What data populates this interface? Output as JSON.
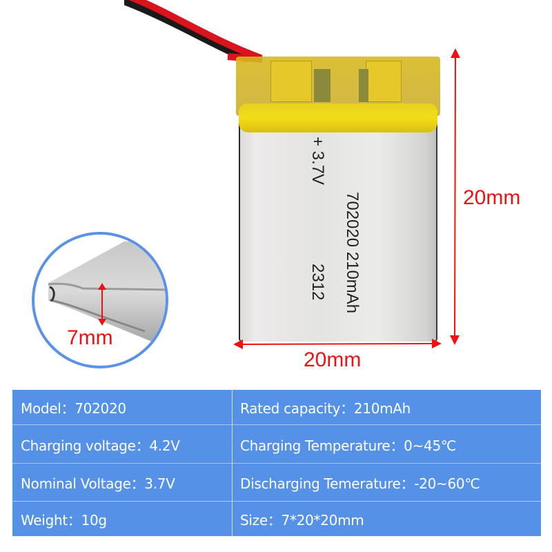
{
  "product_image": {
    "cell_markings": {
      "polarity": "+ 3.7V",
      "model_capacity": "702020 210mAh",
      "date_code": "2312"
    },
    "wires": [
      "red",
      "black"
    ]
  },
  "dimensions": {
    "height_label": "20mm",
    "width_label": "20mm",
    "thickness_label": "7mm"
  },
  "colors": {
    "annotation_red": "#ee1111",
    "table_blue": "#5591e6",
    "inset_border": "#5a93e6",
    "cell_yellow": "#f2dd18",
    "cell_silver": "#e4e4e2"
  },
  "specs": {
    "rows": [
      {
        "left": "Model：702020",
        "right": "Rated capacity：210mAh"
      },
      {
        "left": "Charging voltage：4.2V",
        "right": "Charging Temperature：0~45℃"
      },
      {
        "left": "Nominal Voltage：3.7V",
        "right": "Discharging Temerature：-20~60℃"
      },
      {
        "left": "Weight：10g",
        "right": "Size：7*20*20mm"
      }
    ]
  }
}
